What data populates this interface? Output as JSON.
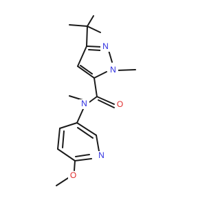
{
  "molecule": {
    "atoms": {
      "n_pyrazole_1": {
        "text": "N",
        "color": "#2a2ae0"
      },
      "n_pyrazole_2": {
        "text": "N",
        "color": "#2a2ae0"
      },
      "o_carbonyl": {
        "text": "O",
        "color": "#e02a2a"
      },
      "n_amide": {
        "text": "N",
        "color": "#2a2ae0"
      },
      "n_pyridine": {
        "text": "N",
        "color": "#2a2ae0"
      },
      "o_methoxy": {
        "text": "O",
        "color": "#e02a2a"
      }
    },
    "bond_color": "#1a1a1a",
    "background": "#ffffff"
  }
}
